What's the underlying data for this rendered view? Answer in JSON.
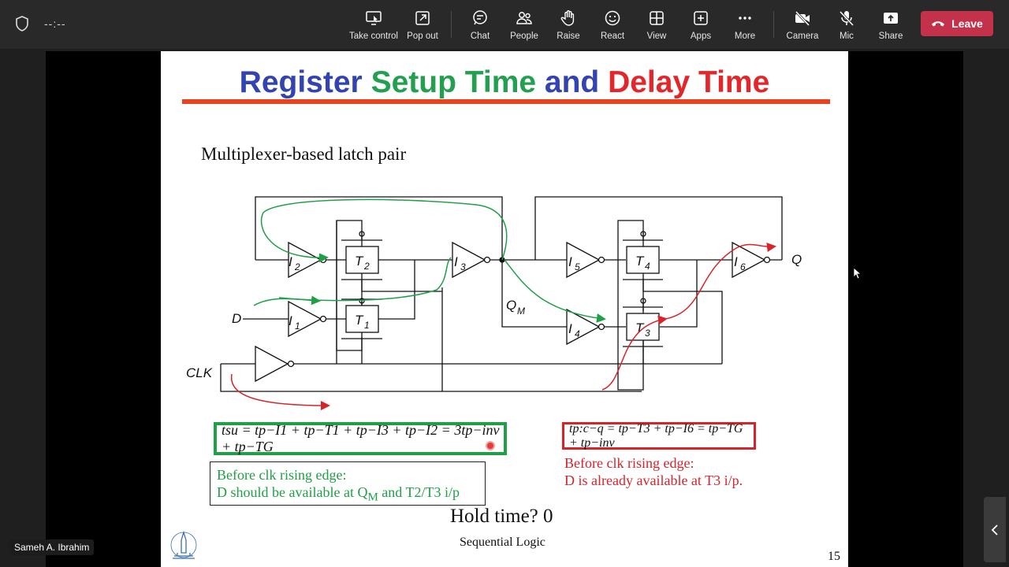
{
  "meeting": {
    "timer": "--:--",
    "toolbar": [
      {
        "label": "Take control",
        "icon": "take-control-icon"
      },
      {
        "label": "Pop out",
        "icon": "pop-out-icon"
      },
      {
        "label": "Chat",
        "icon": "chat-icon"
      },
      {
        "label": "People",
        "icon": "people-icon"
      },
      {
        "label": "Raise",
        "icon": "raise-hand-icon"
      },
      {
        "label": "React",
        "icon": "react-icon"
      },
      {
        "label": "View",
        "icon": "view-icon"
      },
      {
        "label": "Apps",
        "icon": "apps-icon"
      },
      {
        "label": "More",
        "icon": "more-icon"
      },
      {
        "label": "Camera",
        "icon": "camera-off-icon"
      },
      {
        "label": "Mic",
        "icon": "mic-off-icon"
      },
      {
        "label": "Share",
        "icon": "share-icon"
      }
    ],
    "leave_label": "Leave",
    "leave_color": "#c4314b",
    "presenter_name": "Sameh A. Ibrahim"
  },
  "slide": {
    "title_parts": [
      "Register ",
      "Setup Time ",
      "and ",
      "Delay Time"
    ],
    "title_colors": [
      "#3344b0",
      "#22a050",
      "#3344b0",
      "#e2262a"
    ],
    "subtitle": "Multiplexer-based latch pair",
    "circuit_labels": {
      "D": "D",
      "CLK": "CLK",
      "Q": "Q",
      "QM": "Q",
      "QM_sub": "M",
      "I1": "I",
      "I1_sub": "1",
      "I2": "I",
      "I2_sub": "2",
      "I3": "I",
      "I3_sub": "3",
      "I4": "I",
      "I4_sub": "4",
      "I5": "I",
      "I5_sub": "5",
      "I6": "I",
      "I6_sub": "6",
      "T1": "T",
      "T1_sub": "1",
      "T2": "T",
      "T2_sub": "2",
      "T3": "T",
      "T3_sub": "3",
      "T4": "T",
      "T4_sub": "4"
    },
    "setup_equation": "tsu = tp−I1 + tp−T1 + tp−I3 + tp−I2 = 3tp−inv + tp−TG",
    "delay_equation": "tp:c−q = tp−T3 + tp−I6 = tp−TG + tp−inv",
    "setup_note_line1": "Before clk rising edge:",
    "setup_note_line2_pre": "D should be available at Q",
    "setup_note_line2_sub": "M",
    "setup_note_line2_post": " and T2/T3 i/p",
    "delay_note_line1": "Before clk rising edge:",
    "delay_note_line2": "D is already available at T3 i/p.",
    "hold_text": "Hold time?  0",
    "footer": "Sequential Logic",
    "page_number": "15"
  }
}
